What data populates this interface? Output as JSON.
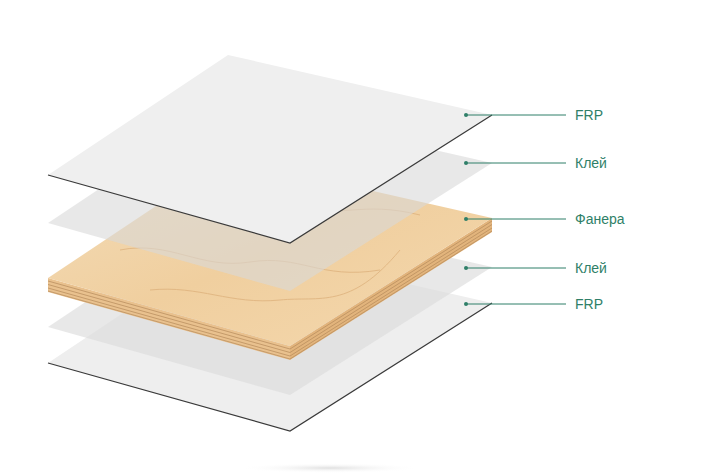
{
  "diagram": {
    "labels": [
      "FRP",
      "Клей",
      "Фанера",
      "Клей",
      "FRP"
    ]
  }
}
